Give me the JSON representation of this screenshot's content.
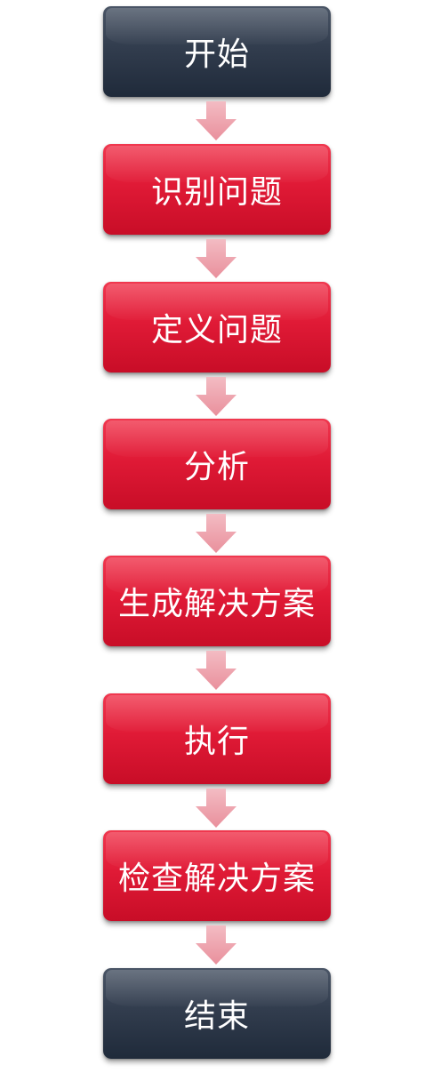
{
  "flowchart": {
    "steps": [
      {
        "label": "开始",
        "kind": "terminal"
      },
      {
        "label": "识别问题",
        "kind": "process"
      },
      {
        "label": "定义问题",
        "kind": "process"
      },
      {
        "label": "分析",
        "kind": "process"
      },
      {
        "label": "生成解决方案",
        "kind": "process"
      },
      {
        "label": "执行",
        "kind": "process"
      },
      {
        "label": "检查解决方案",
        "kind": "process"
      },
      {
        "label": "结束",
        "kind": "terminal"
      }
    ],
    "colors": {
      "terminal": "#2f3a4b",
      "process": "#e01a36",
      "arrow": "#f0a7b1",
      "text": "#ffffff"
    }
  }
}
